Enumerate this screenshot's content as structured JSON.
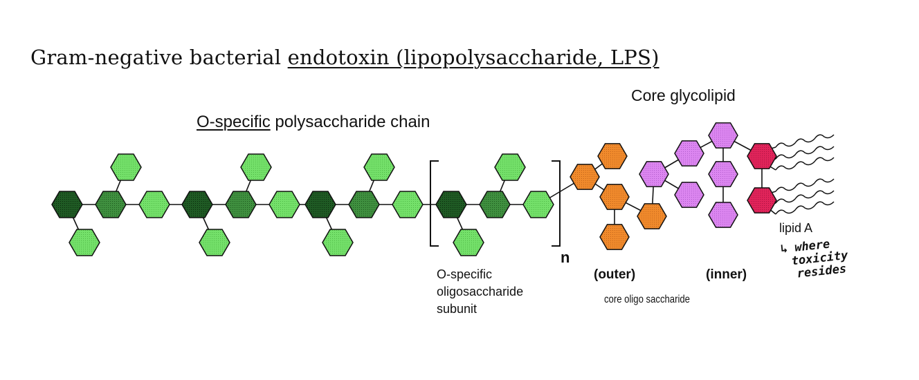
{
  "title": {
    "prefix": "Gram-negative bacterial ",
    "underlined": "endotoxin (lipopolysaccharide, LPS)"
  },
  "labels": {
    "core_glycolipid": "Core glycolipid",
    "o_specific_underlined": "O-specific",
    "o_specific_rest": " polysaccharide chain",
    "oligo_subunit": [
      "O-specific",
      "oligosaccharide",
      "subunit"
    ],
    "repeat_n": "n",
    "outer": "(outer)",
    "inner": "(inner)",
    "core_oligosaccharide": "core oligo saccharide",
    "lipid_a": "lipid A",
    "handwritten_note": [
      "↳ where",
      "toxicity",
      "resides"
    ]
  },
  "colors": {
    "dark_green": "#1f5a24",
    "mid_green": "#3f8f3f",
    "light_green": "#74e06a",
    "orange": "#f08a2c",
    "violet": "#dc86f0",
    "crimson": "#e0245a",
    "outline": "#111111"
  }
}
